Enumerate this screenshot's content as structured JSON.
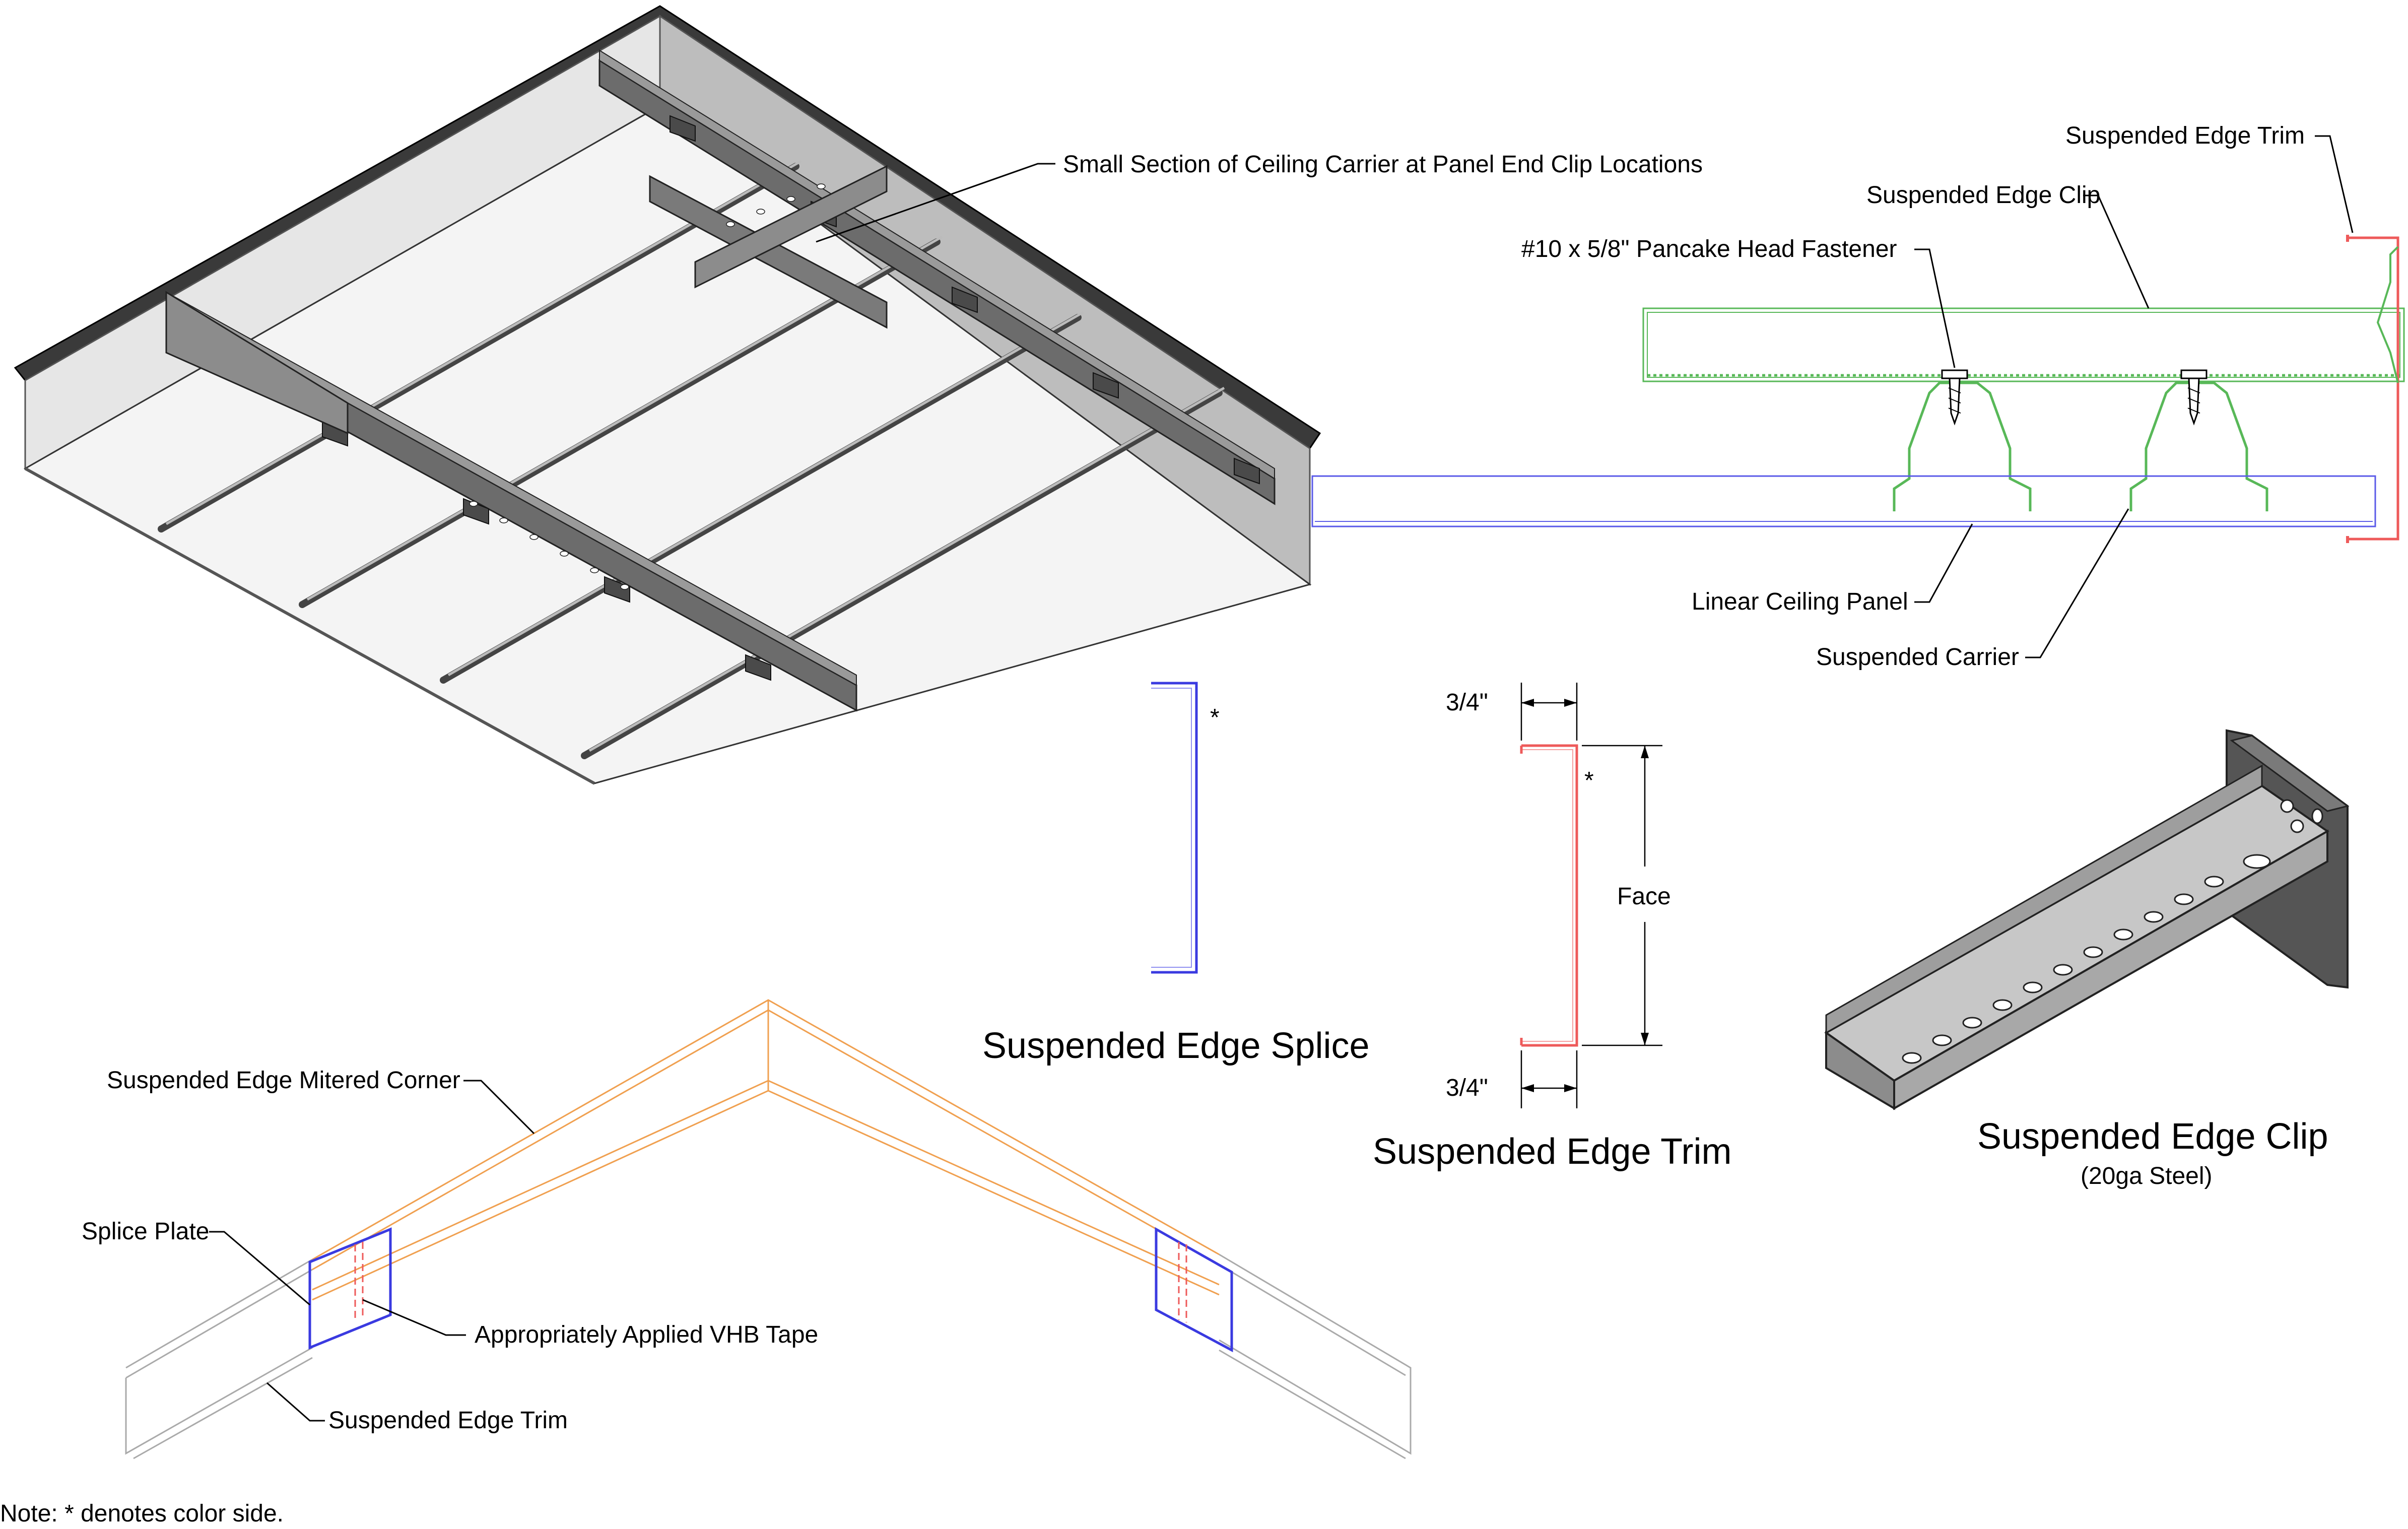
{
  "colors": {
    "panel_line": "#58b858",
    "carrier_line": "#5a5ae8",
    "trim_line": "#ee5a5a",
    "mitered_trim": "#f0a050",
    "splice_line": "#3a3ae0",
    "metal_dark": "#5c5c5c",
    "metal_mid": "#8e8e8e",
    "metal_light": "#d2d2d2"
  },
  "labels": {
    "iso_callout": "Small Section of Ceiling Carrier at Panel End Clip Locations",
    "edge_trim": "Suspended Edge Trim",
    "edge_clip": "Suspended Edge Clip",
    "fastener": "#10 x 5/8\" Pancake Head Fastener",
    "linear_panel": "Linear Ceiling Panel",
    "carrier": "Suspended Carrier",
    "mitered_corner": "Suspended Edge Mitered Corner",
    "splice_plate": "Splice Plate",
    "vhb_tape": "Appropriately Applied VHB Tape",
    "corner_trim": "Suspended Edge Trim",
    "color_mark": "*",
    "trim_color_mark": "*",
    "dim_top": "3/4\"",
    "dim_bottom": "3/4\"",
    "face": "Face"
  },
  "titles": {
    "splice": "Suspended Edge Splice",
    "trim": "Suspended Edge Trim",
    "clip": "Suspended Edge Clip",
    "clip_sub": "(20ga Steel)"
  },
  "note": "Note: * denotes color side."
}
